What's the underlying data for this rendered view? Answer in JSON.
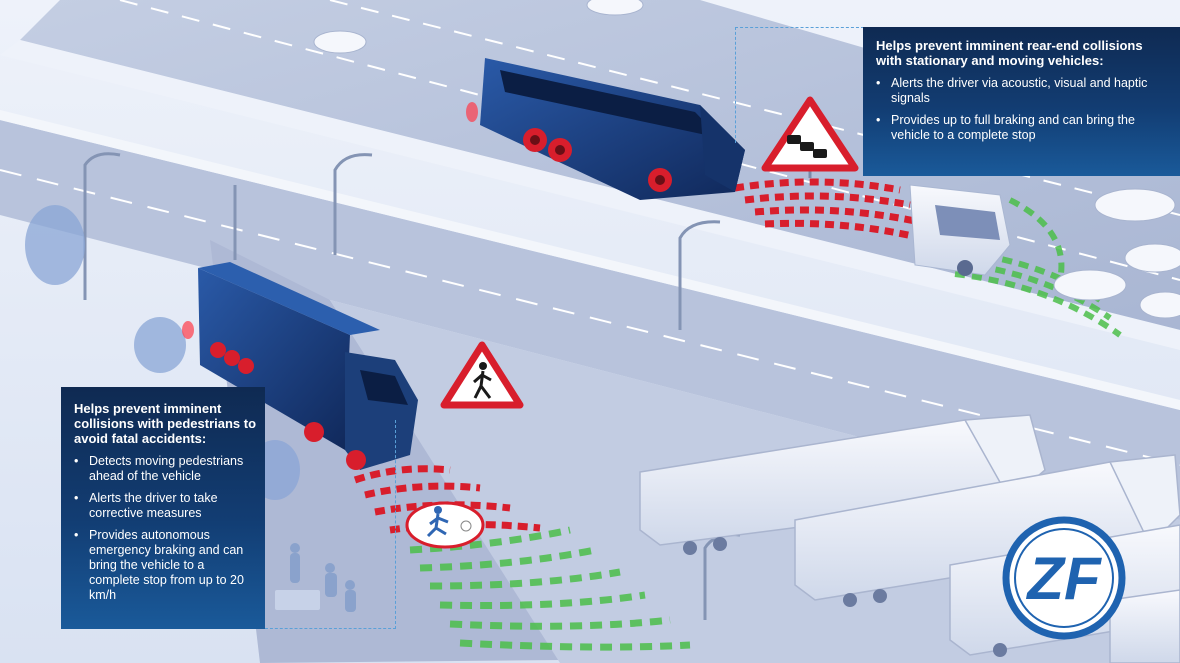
{
  "top_panel": {
    "heading": "Helps prevent imminent rear-end collisions with stationary and moving vehicles:",
    "bullets": [
      "Alerts the driver via acoustic, visual and haptic signals",
      "Provides up to full braking and can bring the vehicle to a complete stop"
    ]
  },
  "bottom_panel": {
    "heading": "Helps prevent imminent collisions with pedestrians to avoid fatal accidents:",
    "bullets": [
      "Detects moving pedestrians ahead of the vehicle",
      "Alerts the driver to take corrective measures",
      "Provides autonomous emergency braking and can bring the vehicle to a complete stop from up to 20 km/h"
    ]
  },
  "bullet_glyph": "•",
  "logo_text": "ZF",
  "icons": [
    "traffic-jam-warning-icon",
    "pedestrian-warning-icon"
  ],
  "colors": {
    "panel_dark": "#0f2a52",
    "panel_light": "#1a5a9a",
    "zf_blue": "#1f63b0",
    "warning_red": "#d81e2c",
    "sensor_green": "#4cbf4a",
    "truck_blue": "#1c3f7a"
  }
}
